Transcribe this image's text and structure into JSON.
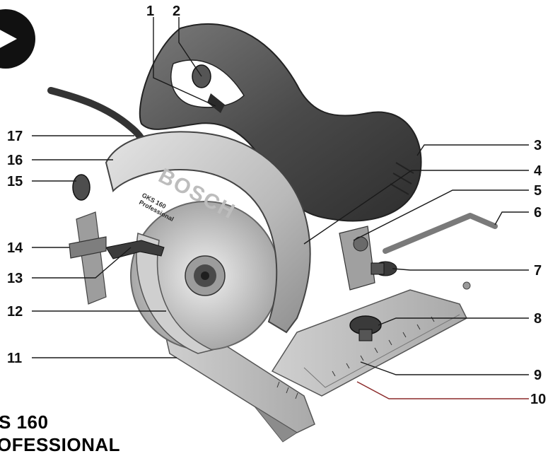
{
  "diagram": {
    "brand_text": "BOSCH",
    "model_badge": "GKS 160",
    "model_badge_sub": "Professional",
    "caption": {
      "line1": "S 160",
      "line2": "OFESSIONAL"
    },
    "callouts": [
      {
        "number": "1"
      },
      {
        "number": "2"
      },
      {
        "number": "3"
      },
      {
        "number": "4"
      },
      {
        "number": "5"
      },
      {
        "number": "6"
      },
      {
        "number": "7"
      },
      {
        "number": "8"
      },
      {
        "number": "9"
      },
      {
        "number": "10"
      },
      {
        "number": "11"
      },
      {
        "number": "12"
      },
      {
        "number": "13"
      },
      {
        "number": "14"
      },
      {
        "number": "15"
      },
      {
        "number": "16"
      },
      {
        "number": "17"
      }
    ],
    "colors": {
      "body_dark": "#3a3a3a",
      "body_mid": "#6b6b6b",
      "blade_guard": "#bfbfbf",
      "base_plate": "#d6d6d6",
      "leader_line": "#1a1a1a",
      "leader_line_accent": "#8b2a2a"
    }
  }
}
